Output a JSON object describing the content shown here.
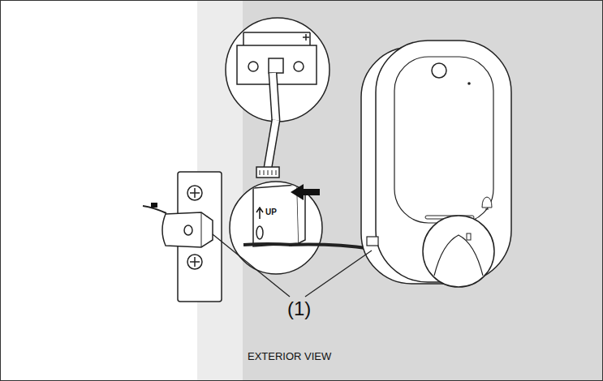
{
  "diagram": {
    "labels": [
      "UP",
      "(1)",
      "EXTERIOR VIEW"
    ]
  }
}
